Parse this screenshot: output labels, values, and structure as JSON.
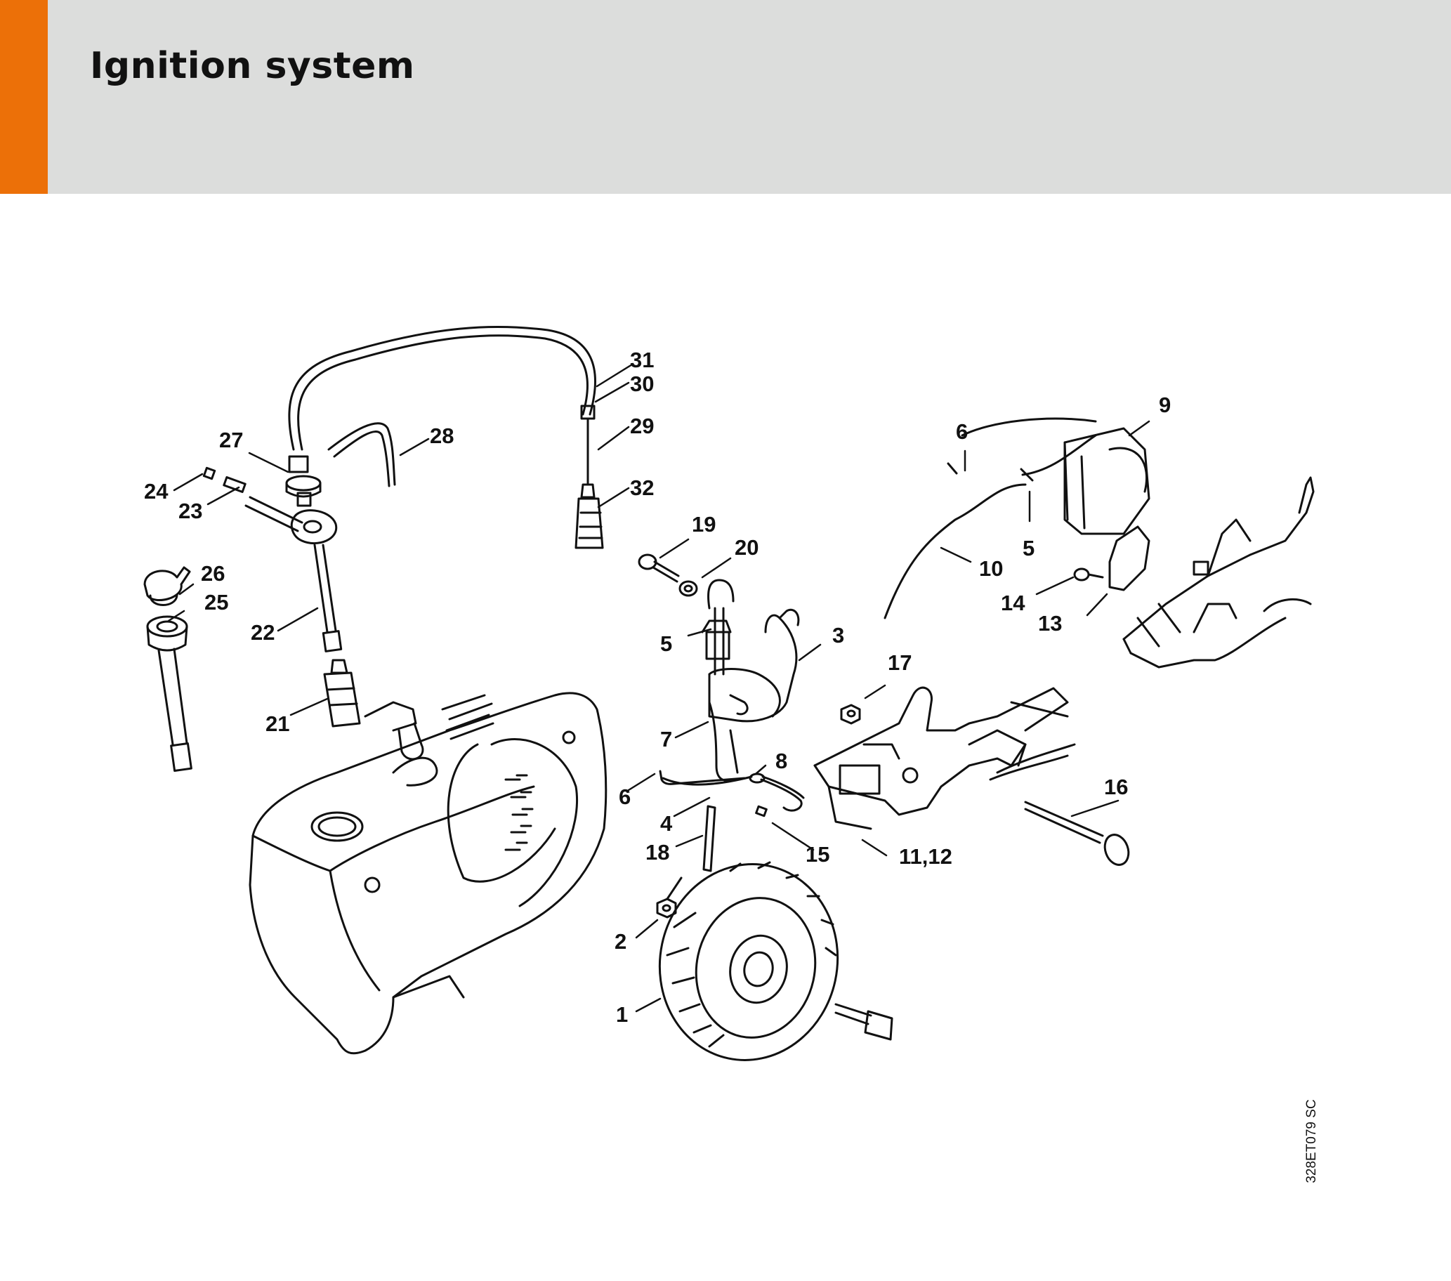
{
  "header": {
    "title": "Ignition system",
    "accent_color": "#ec7008",
    "band_color": "#dcdddc"
  },
  "diagram": {
    "callouts": [
      "1",
      "2",
      "3",
      "4",
      "5",
      "5",
      "6",
      "6",
      "7",
      "8",
      "9",
      "10",
      "11,12",
      "13",
      "14",
      "15",
      "16",
      "17",
      "18",
      "19",
      "20",
      "21",
      "22",
      "23",
      "24",
      "25",
      "26",
      "27",
      "28",
      "29",
      "30",
      "31",
      "32"
    ]
  },
  "reference_code": "328ET079 SC"
}
